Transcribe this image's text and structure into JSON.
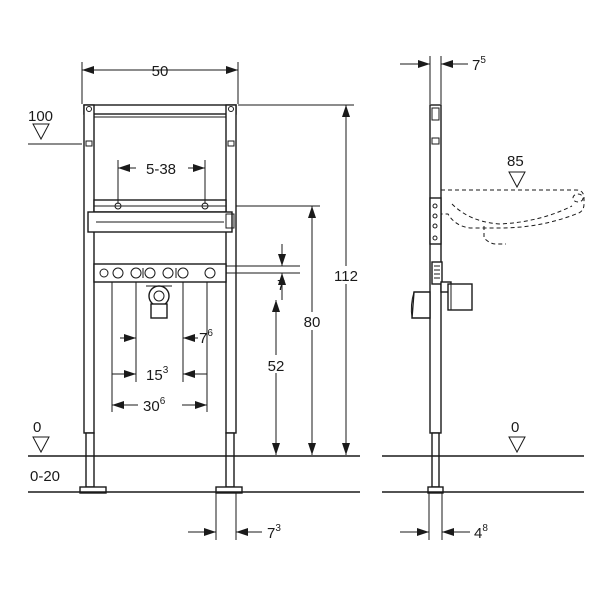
{
  "front_view": {
    "width_label": "50",
    "height_label": "112",
    "level_100_label": "100",
    "level_0_label": "0",
    "floor_range_label": "0-20",
    "rail_range_label": "5-38",
    "dim_80_label": "80",
    "dim_52_label": "52",
    "dim_7_label": "7",
    "dim_7_6_main": "7",
    "dim_7_6_sup": "6",
    "dim_15_3_main": "15",
    "dim_15_3_sup": "3",
    "dim_30_6_main": "30",
    "dim_30_6_sup": "6",
    "foot_dim_main": "7",
    "foot_dim_sup": "3"
  },
  "side_view": {
    "depth_main": "7",
    "depth_sup": "5",
    "level_85_label": "85",
    "level_0_label": "0",
    "foot_main": "4",
    "foot_sup": "8"
  },
  "colors": {
    "line": "#1a1a1a",
    "background": "#ffffff"
  }
}
